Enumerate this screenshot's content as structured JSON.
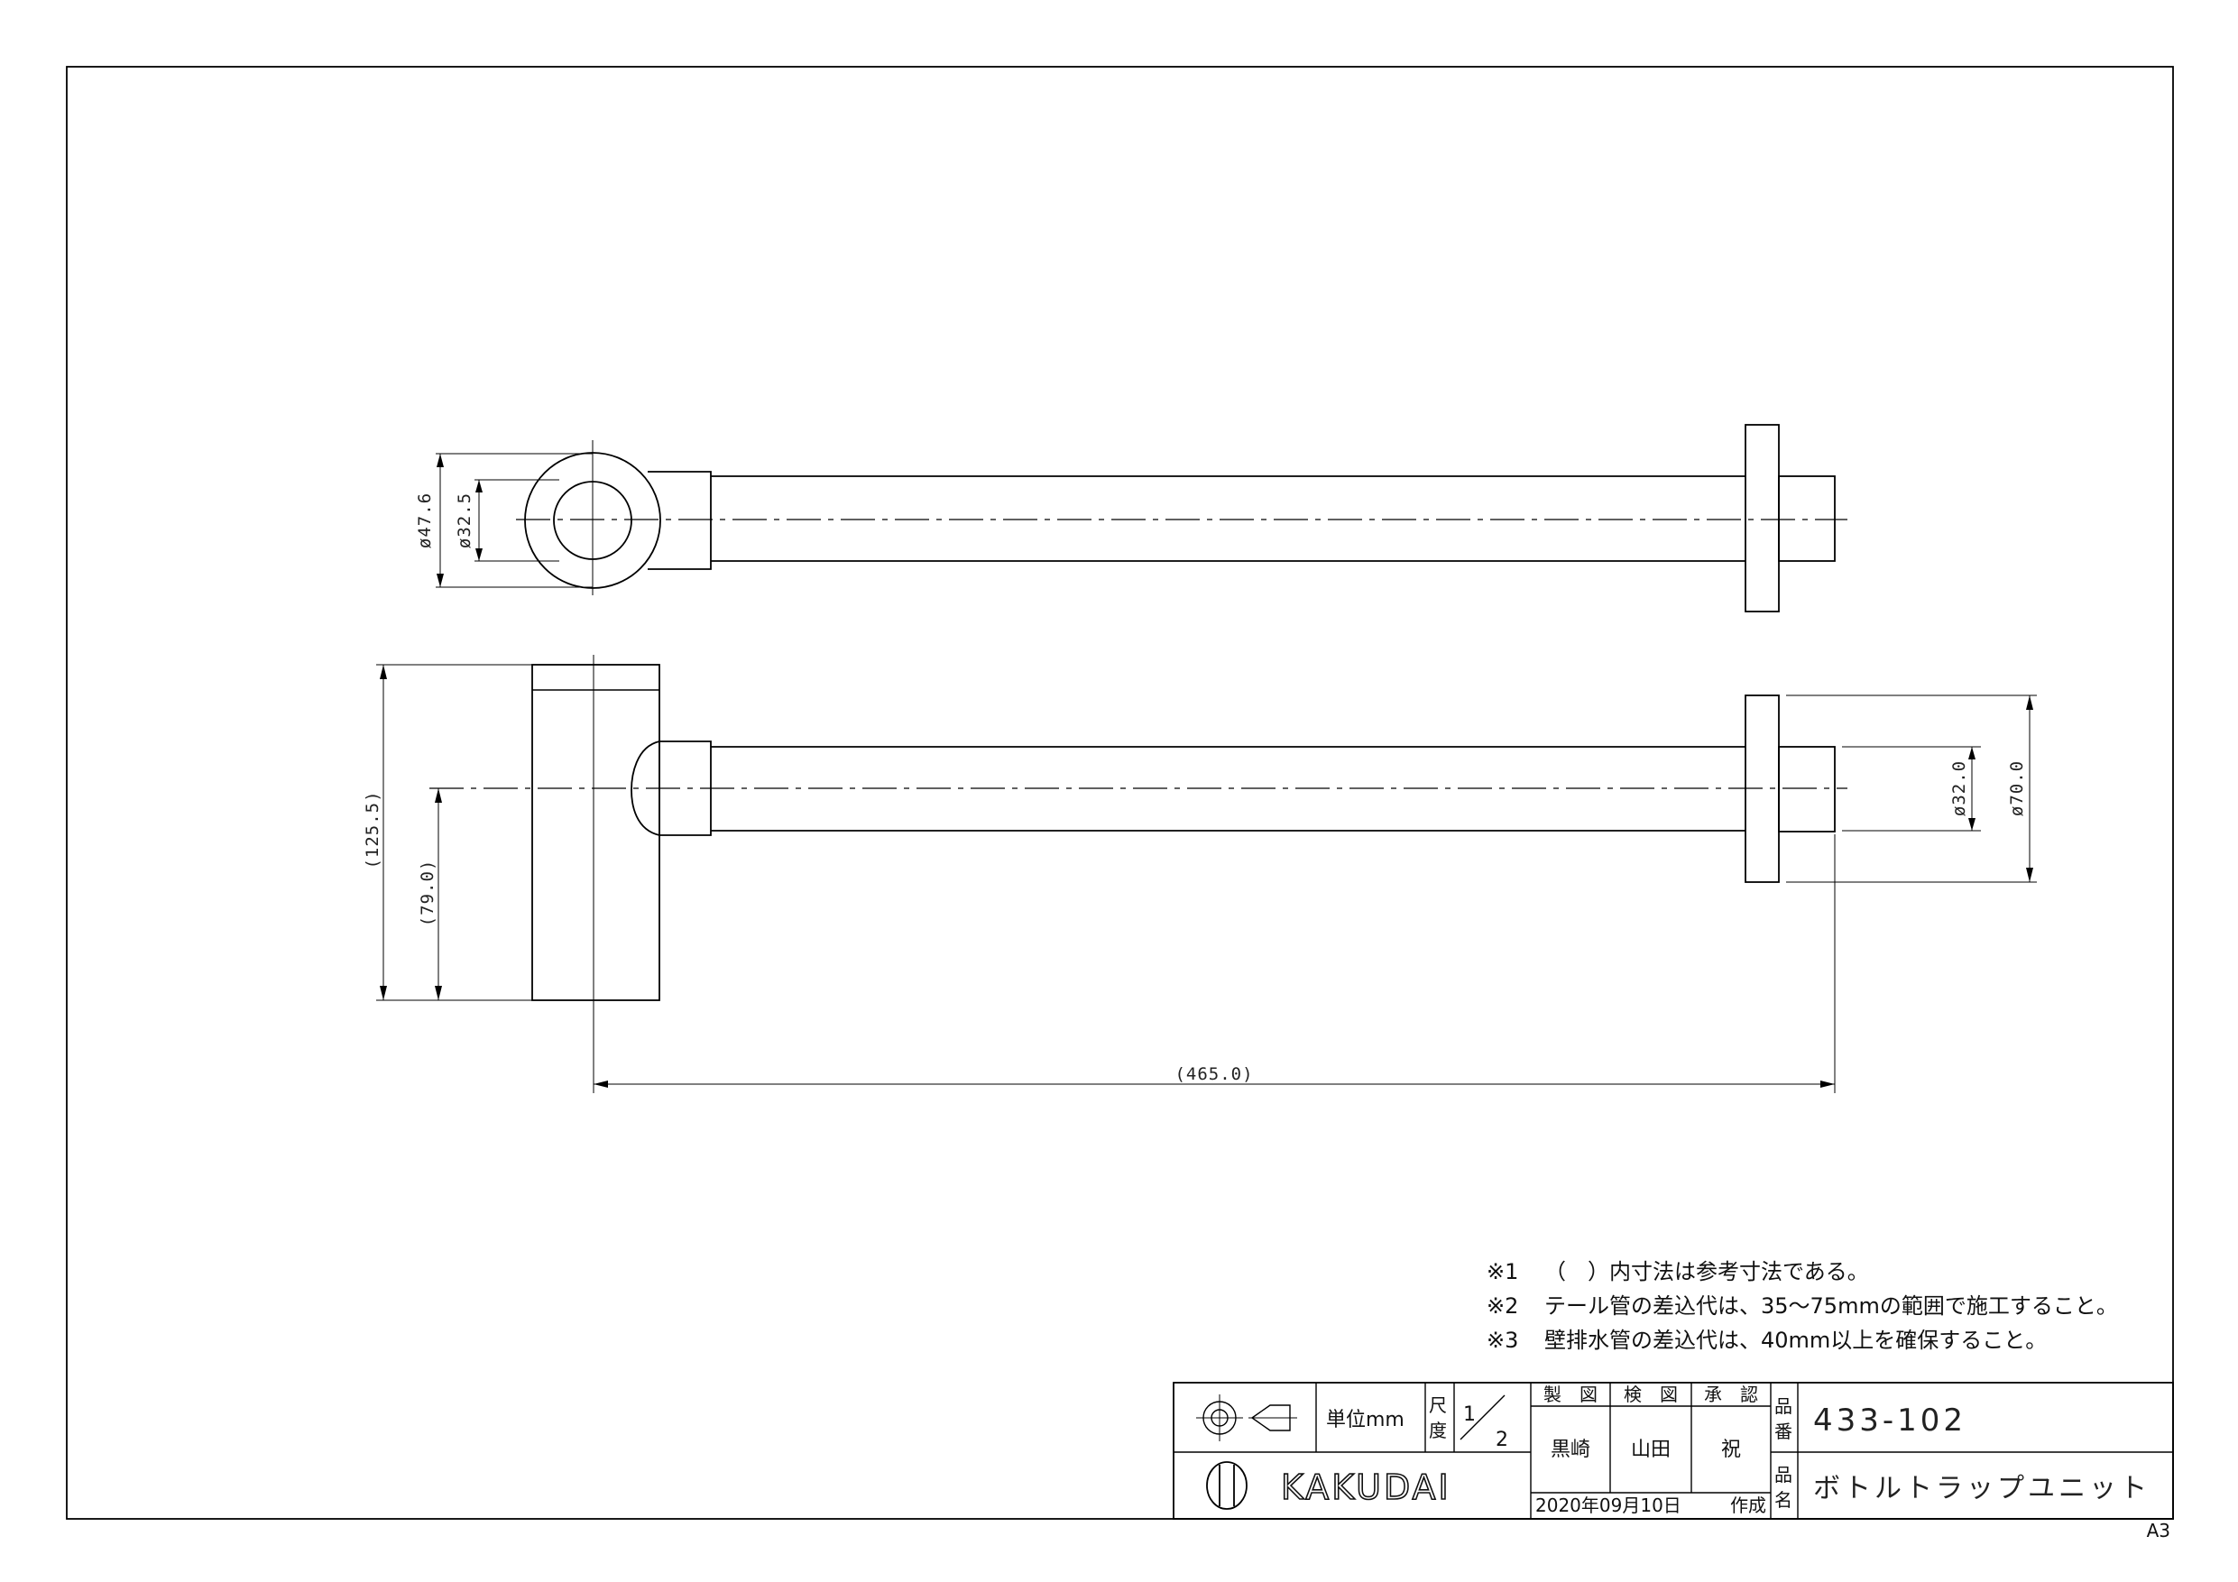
{
  "drawing": {
    "dimensions": {
      "top_outer_dia": "ø47.6",
      "top_inner_dia": "ø32.5",
      "height_total": "(125.5)",
      "height_center": "(79.0)",
      "length": "(465.0)",
      "flange_inner_dia": "ø32.0",
      "flange_outer_dia": "ø70.0"
    }
  },
  "notes": [
    {
      "mark": "※1",
      "text": "（　）内寸法は参考寸法である。"
    },
    {
      "mark": "※2",
      "text": "テール管の差込代は、35～75mmの範囲で施工すること。"
    },
    {
      "mark": "※3",
      "text": "壁排水管の差込代は、40mm以上を確保すること。"
    }
  ],
  "title_block": {
    "unit_label": "単位mm",
    "scale_label_top": "尺",
    "scale_label_bottom": "度",
    "scale_num": "1",
    "scale_den": "2",
    "header_drawn": "製　図",
    "header_checked": "検　図",
    "header_approved": "承　認",
    "drawn_by": "黒崎",
    "checked_by": "山田",
    "approved_by": "祝",
    "part_no_label_top": "品",
    "part_no_label_bottom": "番",
    "part_no": "433-102",
    "part_name_label_top": "品",
    "part_name_label_bottom": "名",
    "part_name": "ボトルトラップユニット",
    "date": "2020年09月10日",
    "date_suffix": "作成",
    "logo": "KAKUDAI"
  },
  "sheet_size": "A3"
}
